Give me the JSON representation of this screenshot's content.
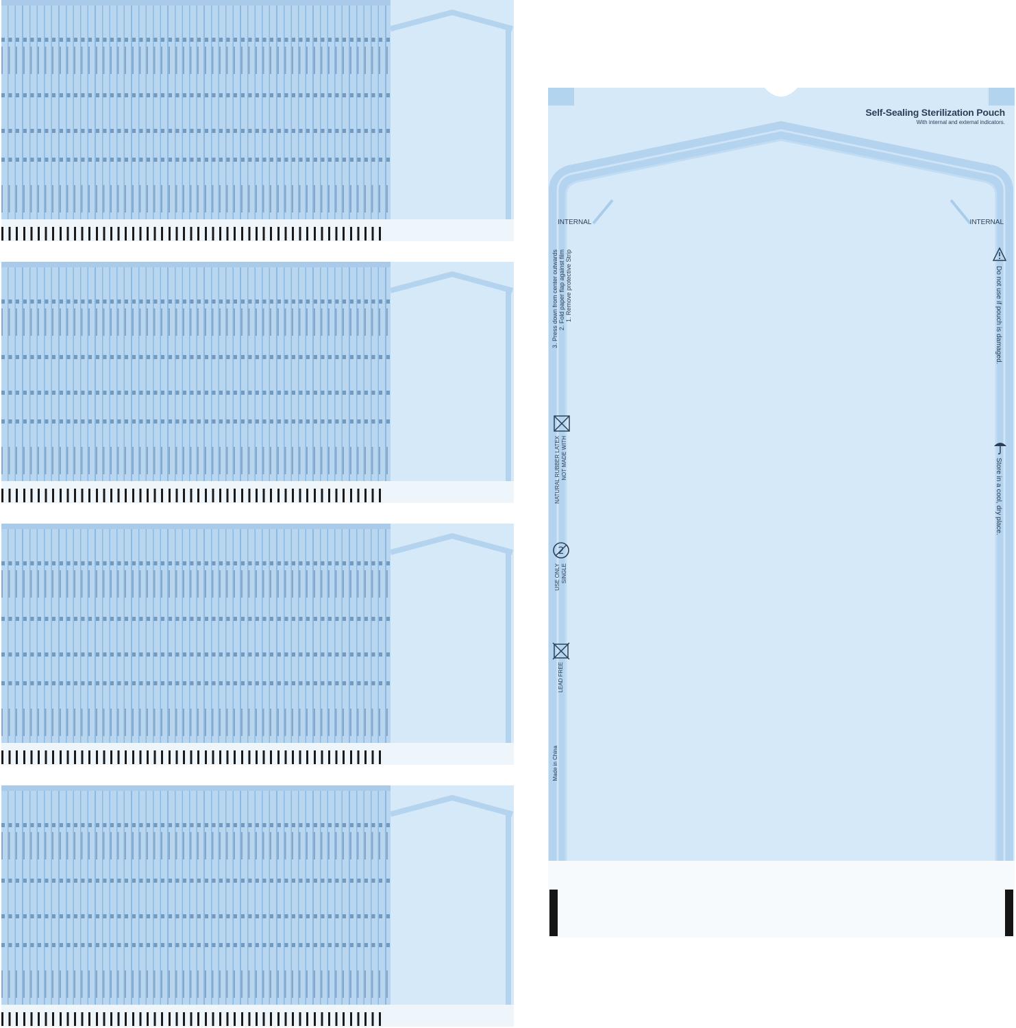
{
  "pouch": {
    "title": "Self-Sealing Sterilization Pouch",
    "subtitle": "With internal and external indicators.",
    "internal_label": "INTERNAL",
    "instructions": {
      "step1": "1. Remove protective Strip",
      "step2": "2. Fold paper flap against film",
      "step3": "3. Press down from center outwards"
    },
    "latex_line1": "NOT MADE WITH",
    "latex_line2": "NATURAL RUBBER LATEX",
    "single_line1": "SINGLE",
    "single_line2": "USE ONLY",
    "lead_free": "LEAD FREE",
    "made_in": "Made in China",
    "warning": "Do not use if pouch is damaged.",
    "storage": "Store in a cool, dry place."
  },
  "colors": {
    "film": "#d5e9f9",
    "paper_strip": "#b8d6ef",
    "indicator_band": "#b6d5f0",
    "text": "#2a3f55"
  }
}
